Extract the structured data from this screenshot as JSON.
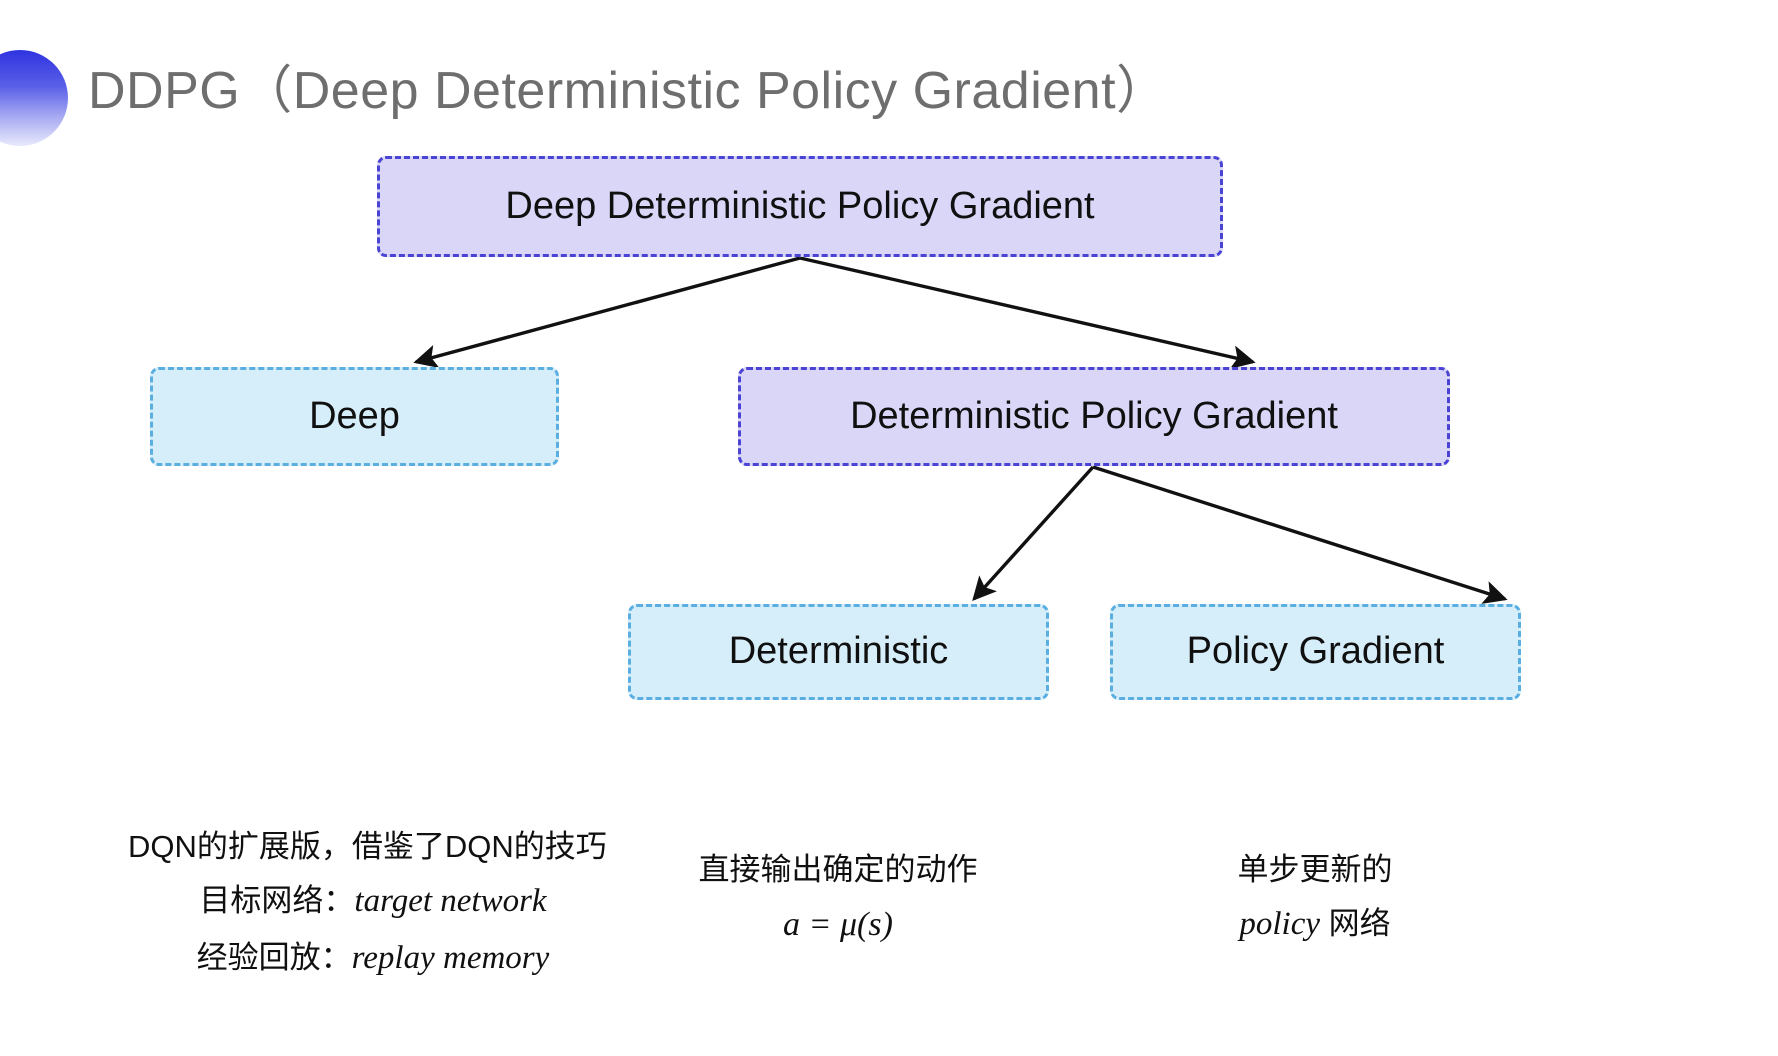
{
  "title": {
    "text": "DDPG（Deep Deterministic Policy Gradient）",
    "color": "#6e6e6e",
    "decor_icon": "gradient-circle-icon"
  },
  "theme": {
    "background": "#ffffff",
    "purple_fill": "#d9d6f7",
    "purple_border": "#4a43d4",
    "blue_fill": "#d6eef9",
    "blue_border": "#5aaee0",
    "arrow_color": "#111111",
    "text_color": "#101010"
  },
  "diagram": {
    "type": "tree",
    "nodes": [
      {
        "id": "root",
        "label": "Deep Deterministic Policy Gradient",
        "style": "purple",
        "level": 0
      },
      {
        "id": "deep",
        "label": "Deep",
        "style": "blue",
        "level": 1
      },
      {
        "id": "dpg",
        "label": "Deterministic Policy Gradient",
        "style": "purple",
        "level": 1
      },
      {
        "id": "det",
        "label": "Deterministic",
        "style": "blue",
        "level": 2
      },
      {
        "id": "pg",
        "label": "Policy Gradient",
        "style": "blue",
        "level": 2
      }
    ],
    "edges": [
      {
        "from": "root",
        "to": "deep"
      },
      {
        "from": "root",
        "to": "dpg"
      },
      {
        "from": "dpg",
        "to": "det"
      },
      {
        "from": "dpg",
        "to": "pg"
      }
    ]
  },
  "annotations": {
    "deep": {
      "line1": "DQN的扩展版，借鉴了DQN的技巧",
      "line2_label": "目标网络：",
      "line2_term": "target network",
      "line3_label": "经验回放：",
      "line3_term": "replay memory"
    },
    "deterministic": {
      "line1": "直接输出确定的动作",
      "formula": "a = μ(s)"
    },
    "policy_gradient": {
      "line1": "单步更新的",
      "line2_term": "policy",
      "line2_suffix": " 网络"
    }
  }
}
